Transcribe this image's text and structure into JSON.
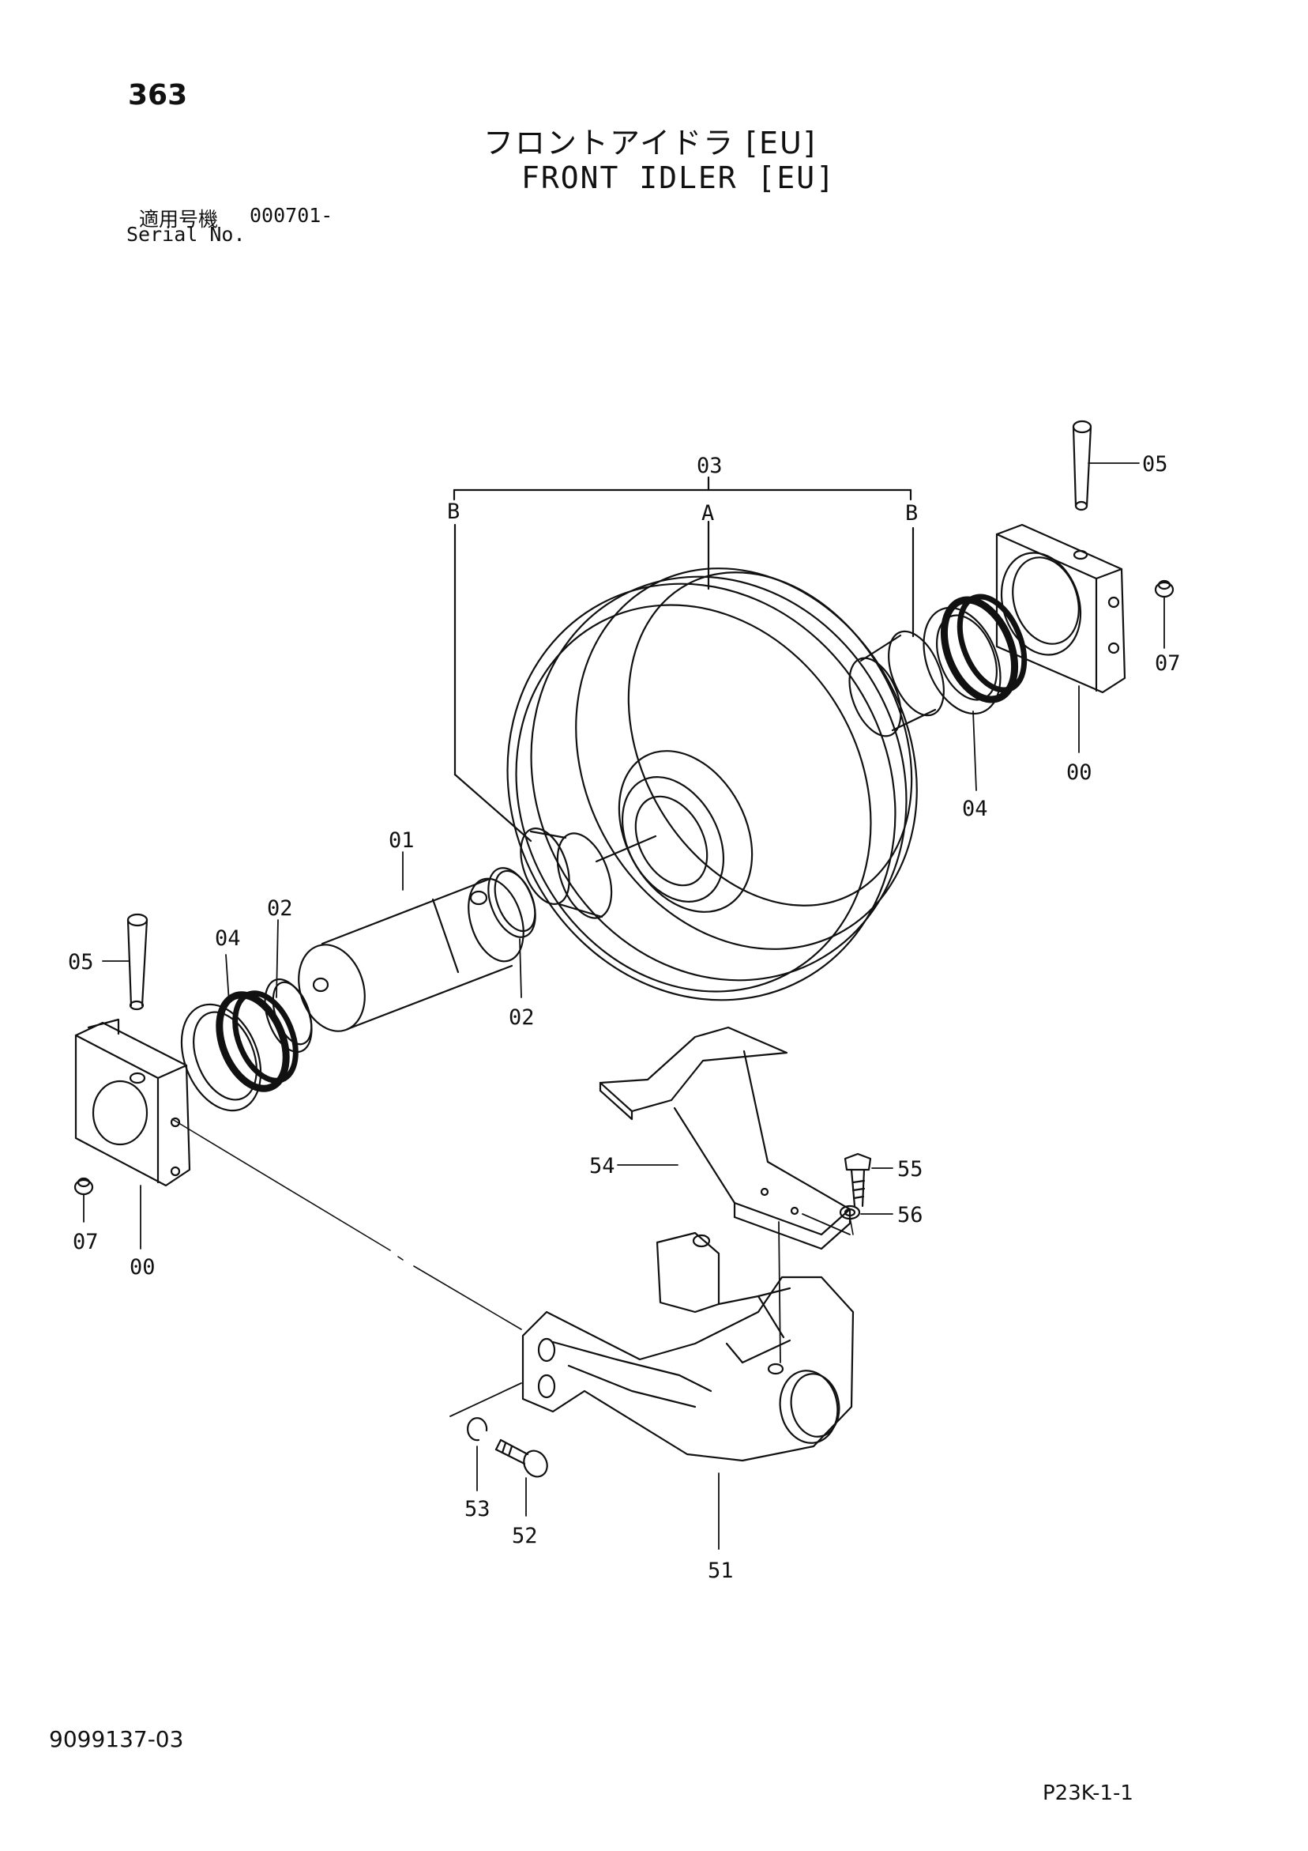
{
  "header": {
    "page_number": "363",
    "title_ja": "フロントアイドラ [EU]",
    "title_en": "FRONT IDLER [EU]",
    "serial_label_ja": "適用号機",
    "serial_value": "000701-",
    "serial_label_en": "Serial No."
  },
  "callouts": {
    "c03": "03",
    "cA": "A",
    "cB_left": "B",
    "cB_right": "B",
    "c05_right": "05",
    "c07_right": "07",
    "c00_right": "00",
    "c04_right": "04",
    "c01": "01",
    "c02_top": "02",
    "c04_left": "04",
    "c05_left": "05",
    "c02_bottom": "02",
    "c07_left": "07",
    "c00_left": "00",
    "c54": "54",
    "c55": "55",
    "c56": "56",
    "c53": "53",
    "c52": "52",
    "c51": "51"
  },
  "footer": {
    "doc_number": "9099137-03",
    "sheet_ref": "P23K-1-1"
  },
  "icons": [
    "idler-wheel-icon",
    "bearing-block-icon",
    "shaft-icon",
    "pin-icon",
    "seal-ring-icon",
    "bushing-icon",
    "bolt-icon",
    "washer-icon",
    "bracket-icon",
    "plate-icon",
    "plug-icon"
  ]
}
